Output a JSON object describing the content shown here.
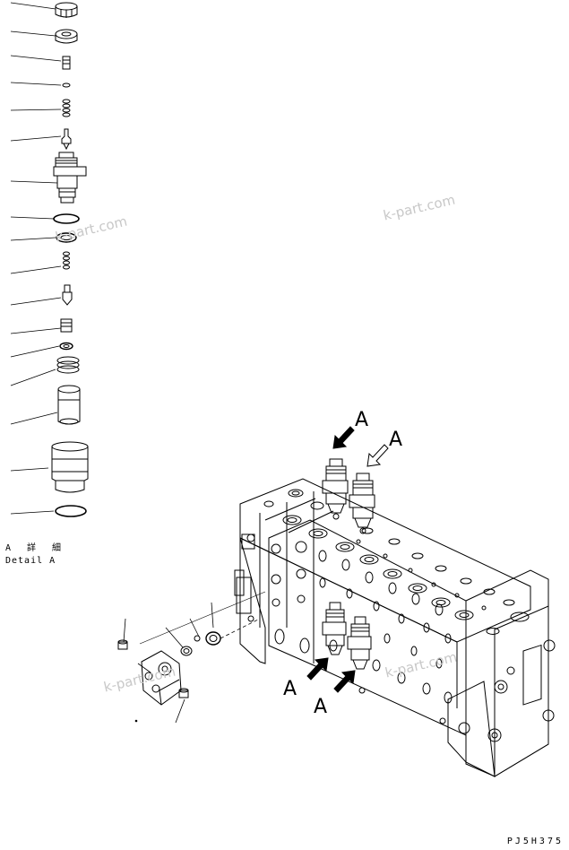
{
  "detail": {
    "label_jp": "A 詳 細",
    "label_en": "Detail A"
  },
  "view_labels": [
    "A",
    "A",
    "A",
    "A"
  ],
  "drawing_code": "PJ5H375",
  "watermark": "k-part.com"
}
